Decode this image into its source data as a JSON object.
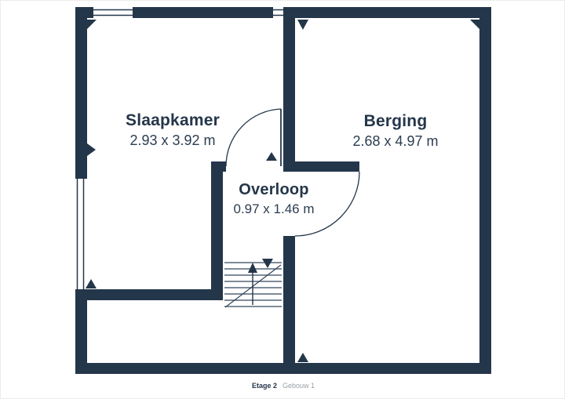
{
  "plan": {
    "rooms": {
      "slaapkamer": {
        "name": "Slaapkamer",
        "dimensions": "2.93 x 3.92 m"
      },
      "berging": {
        "name": "Berging",
        "dimensions": "2.68 x 4.97 m"
      },
      "overloop": {
        "name": "Overloop",
        "dimensions": "0.97 x 1.46 m"
      }
    },
    "footer": {
      "floor_label": "Etage 2",
      "building_label": "Gebouw 1"
    },
    "colors": {
      "wall": "#24364a",
      "text": "#24364a",
      "dims_text": "#2b3d50",
      "footer_muted": "#9aa0a6",
      "background": "#ffffff"
    }
  }
}
